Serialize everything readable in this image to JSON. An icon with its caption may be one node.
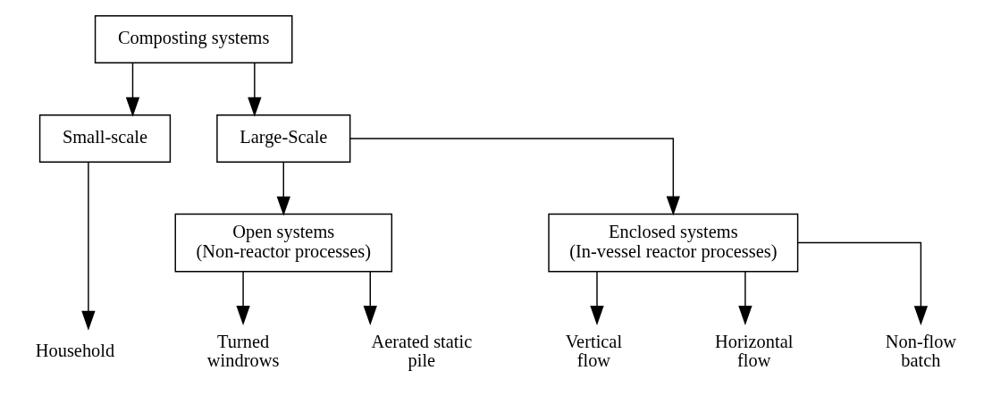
{
  "diagram": {
    "nodes": [
      {
        "text": [
          "Composting systems"
        ]
      },
      {
        "text": [
          "Small-scale"
        ]
      },
      {
        "text": [
          "Large-Scale"
        ]
      },
      {
        "text": [
          "Household"
        ]
      },
      {
        "text": [
          "Open systems (Non-reactor processes)"
        ]
      },
      {
        "text": [
          "Enclosed systems (In-vessel reactor processes)"
        ]
      },
      {
        "text": [
          "Turned windrows"
        ]
      },
      {
        "text": [
          "Aerated static pile"
        ]
      },
      {
        "text": [
          "Vertical flow"
        ]
      },
      {
        "text": [
          "Horizontal flow"
        ]
      },
      {
        "text": [
          "Non-flow batch"
        ]
      }
    ],
    "edges": [
      {
        "from": 0,
        "to": 1,
        "arrow": "to"
      },
      {
        "from": 0,
        "to": 2,
        "arrow": "to"
      },
      {
        "from": 1,
        "to": 3,
        "arrow": "to"
      },
      {
        "from": 2,
        "to": 4,
        "arrow": "to"
      },
      {
        "from": 2,
        "to": 5,
        "arrow": "to"
      },
      {
        "from": 4,
        "to": 6,
        "arrow": "to"
      },
      {
        "from": 4,
        "to": 7,
        "arrow": "to"
      },
      {
        "from": 5,
        "to": 8,
        "arrow": "to"
      },
      {
        "from": 5,
        "to": 9,
        "arrow": "to"
      },
      {
        "from": 5,
        "to": 10,
        "arrow": "to"
      }
    ]
  }
}
